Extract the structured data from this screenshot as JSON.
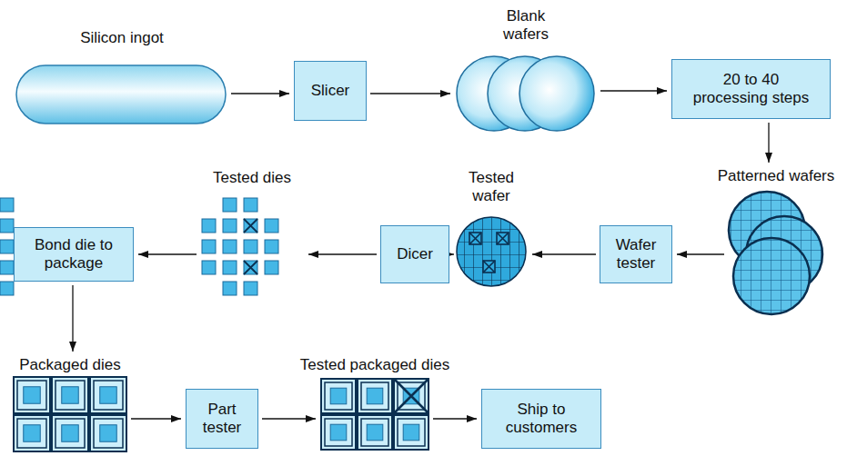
{
  "diagram": {
    "nodes": [
      {
        "text": [
          "Silicon ingot"
        ]
      },
      {
        "text": [
          "Slicer"
        ]
      },
      {
        "text": [
          "Blank wafers"
        ]
      },
      {
        "text": [
          "20 to 40 processing steps"
        ]
      },
      {
        "text": [
          "Patterned wafers"
        ]
      },
      {
        "text": [
          "Wafer tester"
        ]
      },
      {
        "text": [
          "Tested wafer"
        ]
      },
      {
        "text": [
          "Dicer"
        ]
      },
      {
        "text": [
          "Tested dies"
        ]
      },
      {
        "text": [
          "Bond die to package"
        ]
      },
      {
        "text": [
          "Packaged dies"
        ]
      },
      {
        "text": [
          "Part tester"
        ]
      },
      {
        "text": [
          "Tested packaged dies"
        ]
      },
      {
        "text": [
          "Ship to customers"
        ]
      }
    ],
    "edges": [
      {
        "from": 0,
        "to": 1,
        "arrow": "to"
      },
      {
        "from": 1,
        "to": 2,
        "arrow": "to"
      },
      {
        "from": 2,
        "to": 3,
        "arrow": "to"
      },
      {
        "from": 3,
        "to": 4,
        "arrow": "to"
      },
      {
        "from": 4,
        "to": 5,
        "arrow": "to"
      },
      {
        "from": 5,
        "to": 6,
        "arrow": "to"
      },
      {
        "from": 6,
        "to": 7,
        "arrow": "to"
      },
      {
        "from": 7,
        "to": 8,
        "arrow": "to"
      },
      {
        "from": 8,
        "to": 9,
        "arrow": "to"
      },
      {
        "from": 9,
        "to": 10,
        "arrow": "to"
      },
      {
        "from": 10,
        "to": 11,
        "arrow": "to"
      },
      {
        "from": 11,
        "to": 12,
        "arrow": "to"
      },
      {
        "from": 12,
        "to": 13,
        "arrow": "to"
      }
    ]
  }
}
